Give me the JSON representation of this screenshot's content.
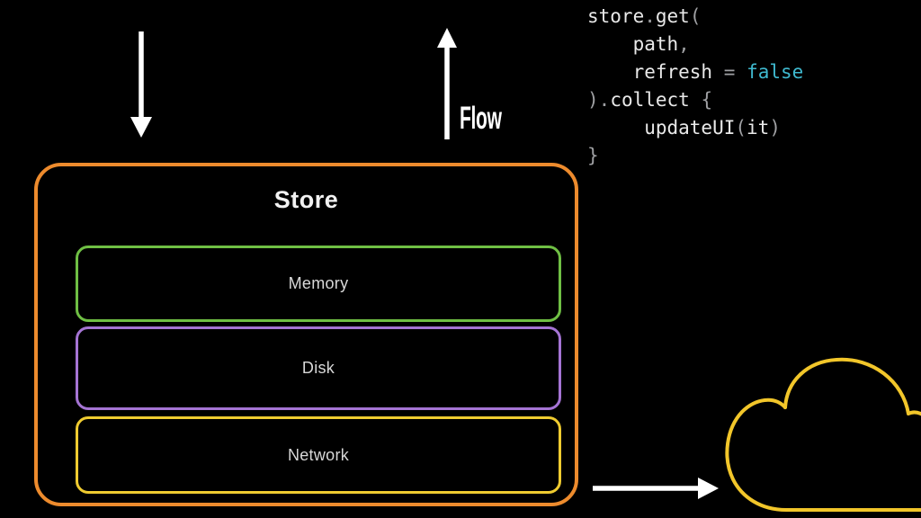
{
  "slide": {
    "background": "#000000"
  },
  "colors": {
    "arrow": "#FFFFFF",
    "store_border": "#ED8B2D",
    "memory_border": "#6FBF44",
    "disk_border": "#A574D4",
    "network_border": "#EFCB30",
    "cloud_stroke": "#F2C62A",
    "title_text": "#F2F2F2",
    "layer_text": "#D8D8D8",
    "flow_text": "#FFFFFF",
    "code_plain": "#E9E9E9",
    "code_punct": "#9FA0A3",
    "code_keyword": "#3FB9CF"
  },
  "labels": {
    "flow": "Flow"
  },
  "store": {
    "title": "Store",
    "layers": [
      {
        "id": "memory",
        "label": "Memory"
      },
      {
        "id": "disk",
        "label": "Disk"
      },
      {
        "id": "network",
        "label": "Network"
      }
    ]
  },
  "icons": {
    "cloud": "cloud-outline-icon",
    "down_arrow": "down-arrow-icon",
    "up_arrow": "up-arrow-icon",
    "right_arrow": "right-arrow-icon"
  },
  "code": {
    "lines": [
      [
        [
          "store",
          "p"
        ],
        [
          ".",
          "d"
        ],
        [
          "get",
          "p"
        ],
        [
          "(",
          "d"
        ]
      ],
      [
        [
          "    ",
          "p"
        ],
        [
          "path",
          "p"
        ],
        [
          ",",
          "d"
        ]
      ],
      [
        [
          "    ",
          "p"
        ],
        [
          "refresh",
          "p"
        ],
        [
          " ",
          "p"
        ],
        [
          "=",
          "d"
        ],
        [
          " ",
          "p"
        ],
        [
          "false",
          "k"
        ]
      ],
      [
        [
          ")",
          "d"
        ],
        [
          ".",
          "d"
        ],
        [
          "collect",
          "p"
        ],
        [
          " ",
          "p"
        ],
        [
          "{",
          "d"
        ]
      ],
      [
        [
          "     ",
          "p"
        ],
        [
          "updateUI",
          "p"
        ],
        [
          "(",
          "d"
        ],
        [
          "it",
          "p"
        ],
        [
          ")",
          "d"
        ]
      ],
      [
        [
          "}",
          "d"
        ]
      ]
    ]
  }
}
